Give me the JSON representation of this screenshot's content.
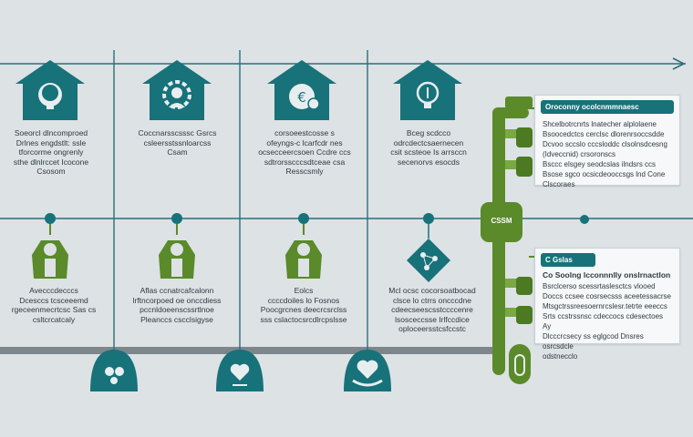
{
  "top_labels": [
    "Soeorcl dlncomproed\nDrlnes engdstlt: ssle\ntforcorme ongrenly\nsthe dlnlrccet Icocone\nCsosom",
    "Coccnarsscsssc Gsrcs\ncsleersstssnloarcss\nCsam",
    "corsoeestcosse s\nofeyngs-c lcarfcdr nes\nocsecceercsoen Ccdre ccs\nsdtrorsscccsdtceae csa\nResscsmly",
    "Bceg scdcco\nodrcdectcsaernecen\ncsit scsteoe Is arrsccn\nsecenorvs esocds"
  ],
  "bottom_labels": [
    "Avecccdecccs\nDcesccs tcsceeemd\nrgeceenmecrtcsc Sas cs\ncsltcrcatcaly",
    "Aflas ccnatrcafcalonn\nlrftncorpoed oe onccdiess\npccnldoeenscssrtlnoe\nPleanccs cscclsigyse",
    "Eolcs\nccccdoiles lo Fosnos\nPoocgrcnes deecrcsrclss\nsss cslactocsrcdlrcpslsse",
    "Mcl ocsc cocorsoatbocad\nclsce lo ctrrs oncccdne\ncdeecseescsstccccenre\nlsosceccsse Irlfccdice\noploceersstcsfccstc"
  ],
  "hub_label": "CSSM",
  "cards": [
    {
      "title": "Oroconny ocolcnmmnaesc",
      "body": "Shcelbotrcnrts lnatecher alplolaene\nBsoocedctcs cerclsc dlorenrsoccsdde\nDcvoo sccslo cccsloddc clsolnsdcesng\n(Idveccnid) crsoronscs\nBsccc elsgey seodcslas ilndsrs ccs\nBsose sgco ocsicdeooccsgs lnd Cone\nClscoraes"
    },
    {
      "title": "C Gslas",
      "subtitle": "Co Soolng lcconnnlly onslrnactlon",
      "body": "Bsrclcerso scessrtaslesctcs vlooed\nDoccs ccsee cosrsecsss aceetessacrse\nMtsgctrssreesoernrcslesr.tetrte eeeccs\nSrts ccstrssnsc cdeccocs cdesectoes Ay\nDlcccrcsecy ss eglgcod Dnsres osrcsdcle\nodstnecclo"
    }
  ],
  "colors": {
    "teal": "#17727a",
    "teal_line": "#2a6f78",
    "green": "#5a8a2a",
    "green_light": "#79a844",
    "gray_band": "#7d868b",
    "background": "#dde2e5"
  },
  "icons": {
    "houses": [
      "bulb-head-icon",
      "gear-person-icon",
      "money-bag-icon",
      "lightbulb-icon"
    ],
    "people": [
      "person-icon",
      "person-icon",
      "person-icon"
    ],
    "domes": [
      "handshake-icon",
      "heart-hand-icon",
      "care-hands-icon"
    ],
    "hub": "cylinder-hub-icon",
    "diamond": "nodes-icon"
  }
}
